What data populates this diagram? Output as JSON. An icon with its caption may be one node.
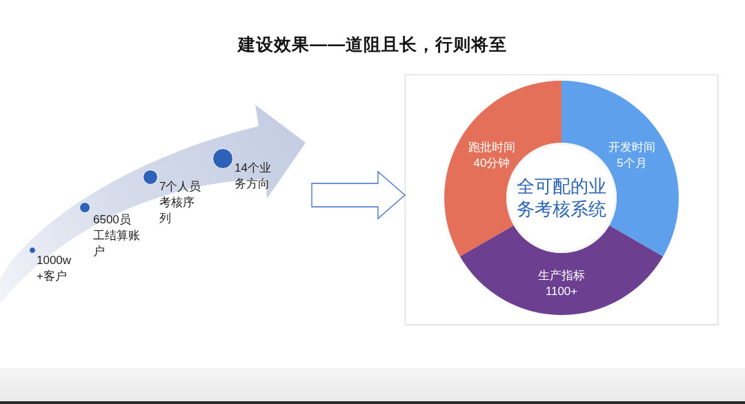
{
  "diagram": {
    "title": "建设效果——道阻且长，行则将至",
    "nodes": [
      {
        "text": [],
        "shape": "arrow"
      },
      {
        "text": [],
        "shape": "circle",
        "beside": [
          "1000w+客户"
        ],
        "in": 0
      },
      {
        "text": [],
        "shape": "circle",
        "beside": [
          "6500员工结算账户"
        ],
        "in": 0
      },
      {
        "text": [],
        "shape": "circle",
        "beside": [
          "7个人员考核序列"
        ],
        "in": 0
      },
      {
        "text": [],
        "shape": "circle",
        "beside": [
          "14个业务方向"
        ],
        "in": 0
      },
      {
        "text": [],
        "shape": "box"
      },
      {
        "text": [
          "跑批时间",
          "40分钟"
        ],
        "in": 5
      },
      {
        "text": [
          "开发时间",
          "5个月"
        ],
        "in": 5
      },
      {
        "text": [
          "全可配的业务考核系统"
        ],
        "in": 5
      },
      {
        "text": [
          "生产指标",
          "1100+"
        ],
        "in": 5
      }
    ],
    "edges": [
      {
        "from": 0,
        "to": 5,
        "arrow": "to"
      }
    ]
  }
}
